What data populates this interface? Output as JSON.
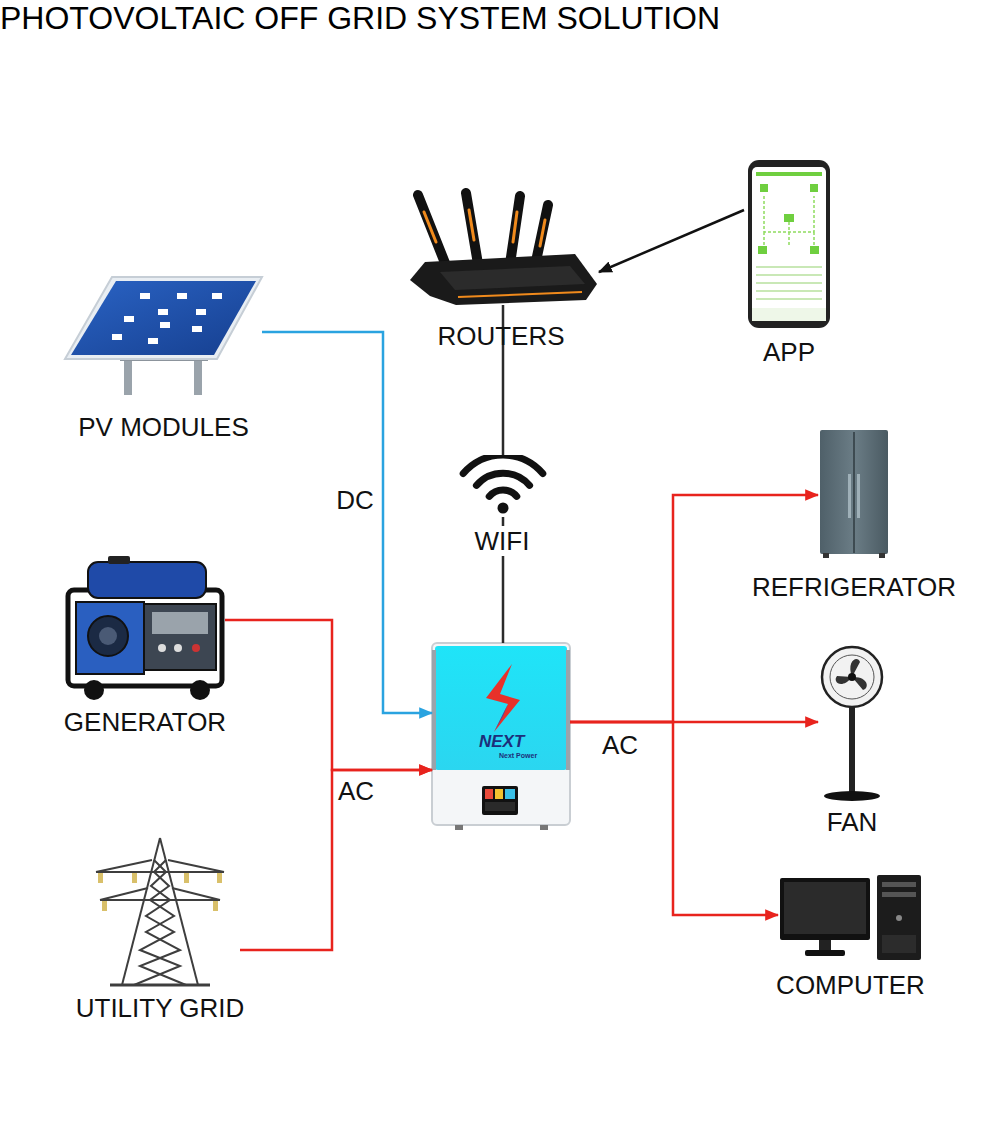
{
  "diagram": {
    "title": "PHOTOVOLTAIC OFF GRID SYSTEM SOLUTION",
    "nodes": [
      {
        "text": [
          "ROUTERS"
        ]
      },
      {
        "text": [
          "APP"
        ]
      },
      {
        "text": [
          "PV MODULES"
        ]
      },
      {
        "text": [
          "REFRIGERATOR"
        ]
      },
      {
        "text": [
          "GENERATOR"
        ]
      },
      {
        "text": [
          "NEXT",
          "Next Power"
        ]
      },
      {
        "text": [
          "FAN"
        ]
      },
      {
        "text": [
          "UTILITY GRID"
        ]
      },
      {
        "text": [
          "COMPUTER"
        ]
      }
    ],
    "edges": [
      {
        "from": 2,
        "to": 5,
        "arrow": "to",
        "label": "DC"
      },
      {
        "from": 4,
        "to": 5,
        "arrow": "to",
        "label": "AC"
      },
      {
        "from": 7,
        "to": 5,
        "arrow": "to"
      },
      {
        "from": 1,
        "to": 0,
        "arrow": "to"
      },
      {
        "from": 0,
        "to": 5,
        "arrow": "none",
        "label": "WIFI"
      },
      {
        "from": 5,
        "to": 3,
        "arrow": "to",
        "label": "AC"
      },
      {
        "from": 5,
        "to": 6,
        "arrow": "to"
      },
      {
        "from": 5,
        "to": 8,
        "arrow": "to"
      }
    ]
  }
}
